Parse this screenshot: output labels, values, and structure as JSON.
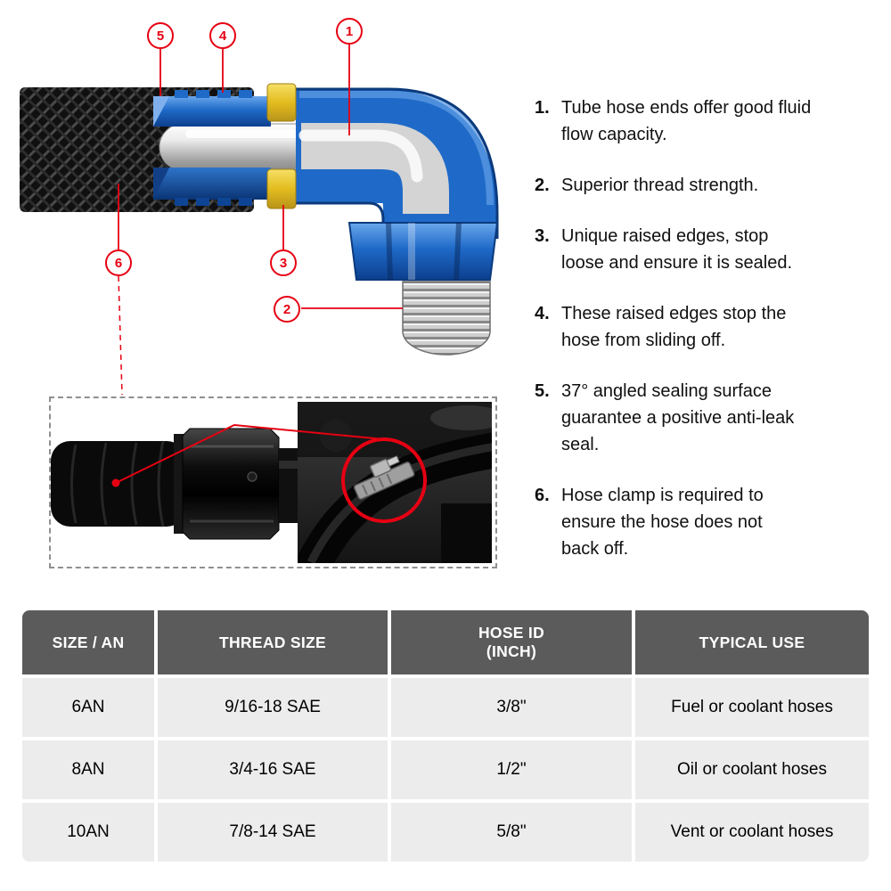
{
  "callouts": [
    "1",
    "2",
    "3",
    "4",
    "5",
    "6"
  ],
  "features": [
    {
      "num": "1.",
      "text": "Tube hose ends offer good fluid\nflow capacity."
    },
    {
      "num": "2.",
      "text": "Superior thread strength."
    },
    {
      "num": "3.",
      "text": "Unique raised edges, stop\nloose and ensure it is sealed."
    },
    {
      "num": "4.",
      "text": "These raised edges stop the\nhose from sliding off."
    },
    {
      "num": "5.",
      "text": "37° angled sealing surface\nguarantee a positive anti-leak\nseal."
    },
    {
      "num": "6.",
      "text": "Hose clamp is required to\nensure the hose does not\nback off."
    }
  ],
  "table": {
    "headers": [
      "SIZE / AN",
      "THREAD SIZE",
      "HOSE ID\n(INCH)",
      "TYPICAL USE"
    ],
    "rows": [
      [
        "6AN",
        "9/16-18 SAE",
        "3/8\"",
        "Fuel or coolant hoses"
      ],
      [
        "8AN",
        "3/4-16 SAE",
        "1/2\"",
        "Oil or coolant hoses"
      ],
      [
        "10AN",
        "7/8-14 SAE",
        "5/8\"",
        "Vent or coolant hoses"
      ]
    ]
  },
  "colors": {
    "accent_red": "#e60012",
    "fitting_blue": "#1f6ac8",
    "band_yellow": "#e8c832",
    "tube_silver": "#d4d4d4",
    "table_header_gray": "#5b5b5b",
    "table_row_gray": "#ececec"
  }
}
